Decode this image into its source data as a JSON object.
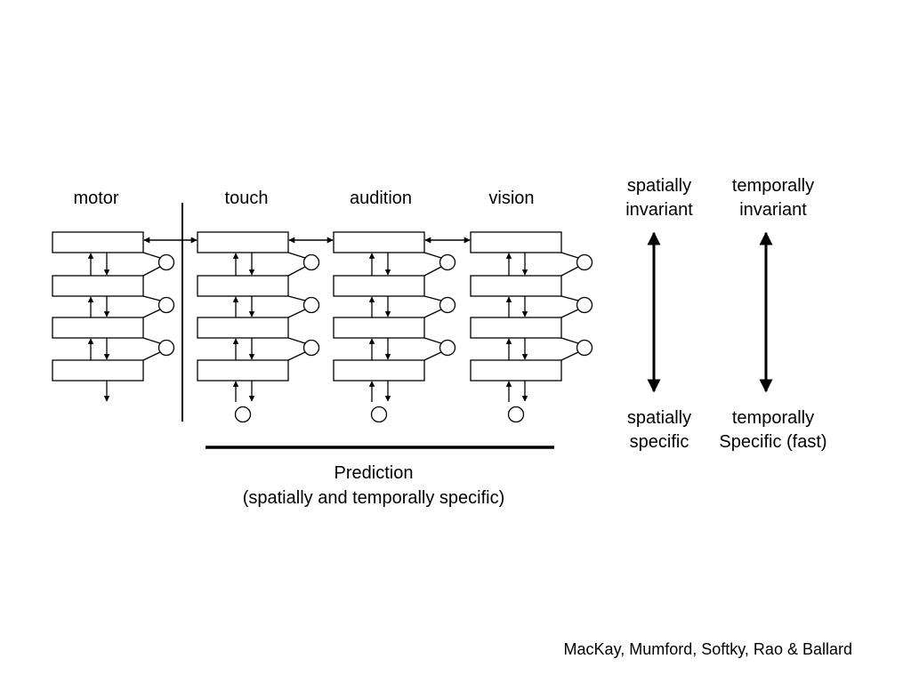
{
  "columns": [
    {
      "label": "motor"
    },
    {
      "label": "touch"
    },
    {
      "label": "audition"
    },
    {
      "label": "vision"
    }
  ],
  "scale": {
    "spatial": {
      "top": [
        "spatially",
        "invariant"
      ],
      "bottom": [
        "spatially",
        "specific"
      ]
    },
    "temporal": {
      "top": [
        "temporally",
        "invariant"
      ],
      "bottom": [
        "temporally",
        "Specific (fast)"
      ]
    }
  },
  "prediction": {
    "title": "Prediction",
    "subtitle": "(spatially and temporally specific)"
  },
  "credit": "MacKay, Mumford, Softky, Rao & Ballard"
}
